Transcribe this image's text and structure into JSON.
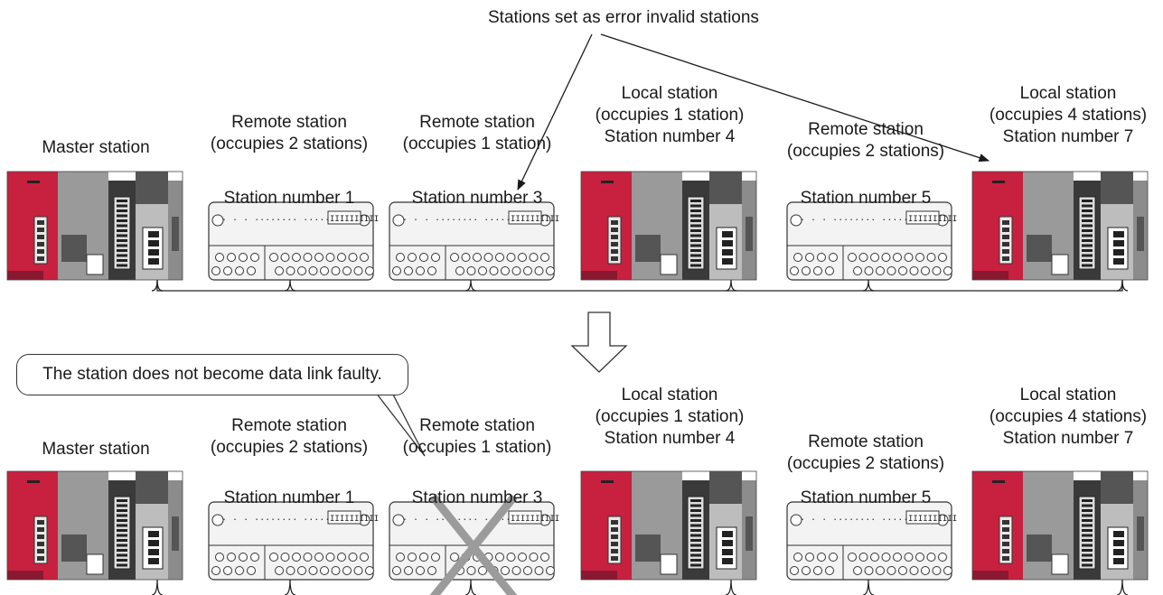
{
  "top_note": "Stations set as error invalid stations",
  "callout": "The station does not become data link faulty.",
  "rows": [
    {
      "stations": [
        {
          "kind": "plc",
          "lines": [
            "Master station"
          ]
        },
        {
          "kind": "remote",
          "lines": [
            "Remote station",
            "(occupies 2 stations)"
          ],
          "number": "Station number 1"
        },
        {
          "kind": "remote",
          "lines": [
            "Remote station",
            "(occupies 1 station)"
          ],
          "number": "Station number 3"
        },
        {
          "kind": "plc",
          "lines": [
            "Local station",
            "(occupies 1 station)",
            "Station number 4"
          ]
        },
        {
          "kind": "remote",
          "lines": [
            "Remote station",
            "(occupies 2 stations)"
          ],
          "number": "Station number 5"
        },
        {
          "kind": "plc",
          "lines": [
            "Local station",
            "(occupies 4 stations)",
            "Station number 7"
          ]
        }
      ]
    },
    {
      "stations": [
        {
          "kind": "plc",
          "lines": [
            "Master station"
          ]
        },
        {
          "kind": "remote",
          "lines": [
            "Remote station",
            "(occupies 2 stations)"
          ],
          "number": "Station number 1"
        },
        {
          "kind": "remote",
          "lines": [
            "Remote station",
            "(occupies 1 station)"
          ],
          "number": "Station number 3",
          "disconnected": true
        },
        {
          "kind": "plc",
          "lines": [
            "Local station",
            "(occupies 1 station)",
            "Station number 4"
          ]
        },
        {
          "kind": "remote",
          "lines": [
            "Remote station",
            "(occupies 2 stations)"
          ],
          "number": "Station number 5"
        },
        {
          "kind": "plc",
          "lines": [
            "Local station",
            "(occupies 4 stations)",
            "Station number 7"
          ]
        }
      ]
    }
  ],
  "colors": {
    "plc_red": "#c8203f",
    "plc_gray": "#9a9a9a",
    "plc_dark": "#3a3a3a",
    "cross": "#9b9b9b",
    "remote_body": "#f3f3f3"
  }
}
